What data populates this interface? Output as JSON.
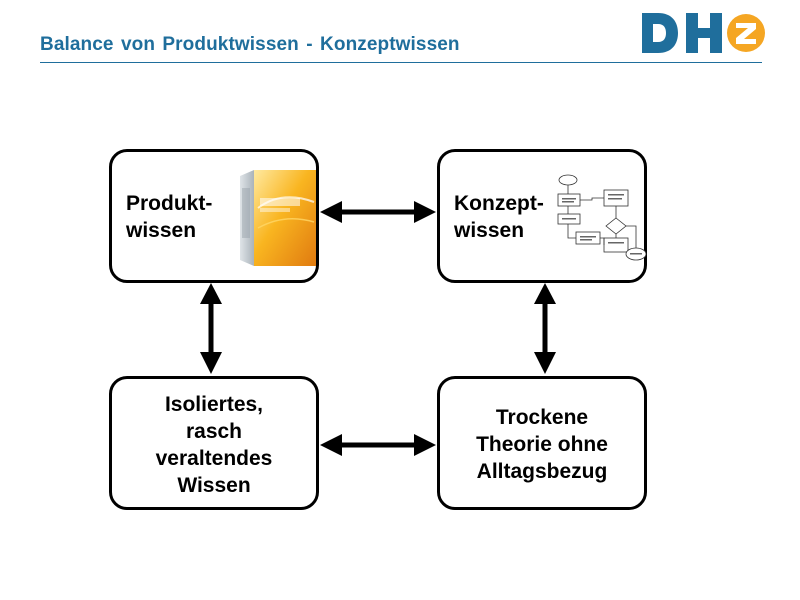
{
  "slide": {
    "title": "Balance von Produktwissen - Konzeptwissen",
    "accent_color": "#1f6e9c",
    "logo_color": "#f5a623"
  },
  "logo": {
    "text": "DHZ"
  },
  "diagram": {
    "boxes": [
      {
        "id": "produktwissen",
        "lines": [
          "Produkt-",
          "wissen"
        ],
        "icon": "office-software-box-icon"
      },
      {
        "id": "konzeptwissen",
        "lines": [
          "Konzept-",
          "wissen"
        ],
        "icon": "flowchart-icon"
      },
      {
        "id": "isoliertes-wissen",
        "lines": [
          "Isoliertes,",
          "rasch",
          "veraltendes",
          "Wissen"
        ]
      },
      {
        "id": "trockene-theorie",
        "lines": [
          "Trockene",
          "Theorie ohne",
          "Alltagsbezug"
        ]
      }
    ],
    "connections": [
      {
        "from": "produktwissen",
        "to": "konzeptwissen",
        "style": "double-arrow"
      },
      {
        "from": "produktwissen",
        "to": "isoliertes-wissen",
        "style": "double-arrow"
      },
      {
        "from": "konzeptwissen",
        "to": "trockene-theorie",
        "style": "double-arrow"
      },
      {
        "from": "isoliertes-wissen",
        "to": "trockene-theorie",
        "style": "double-arrow"
      }
    ]
  }
}
